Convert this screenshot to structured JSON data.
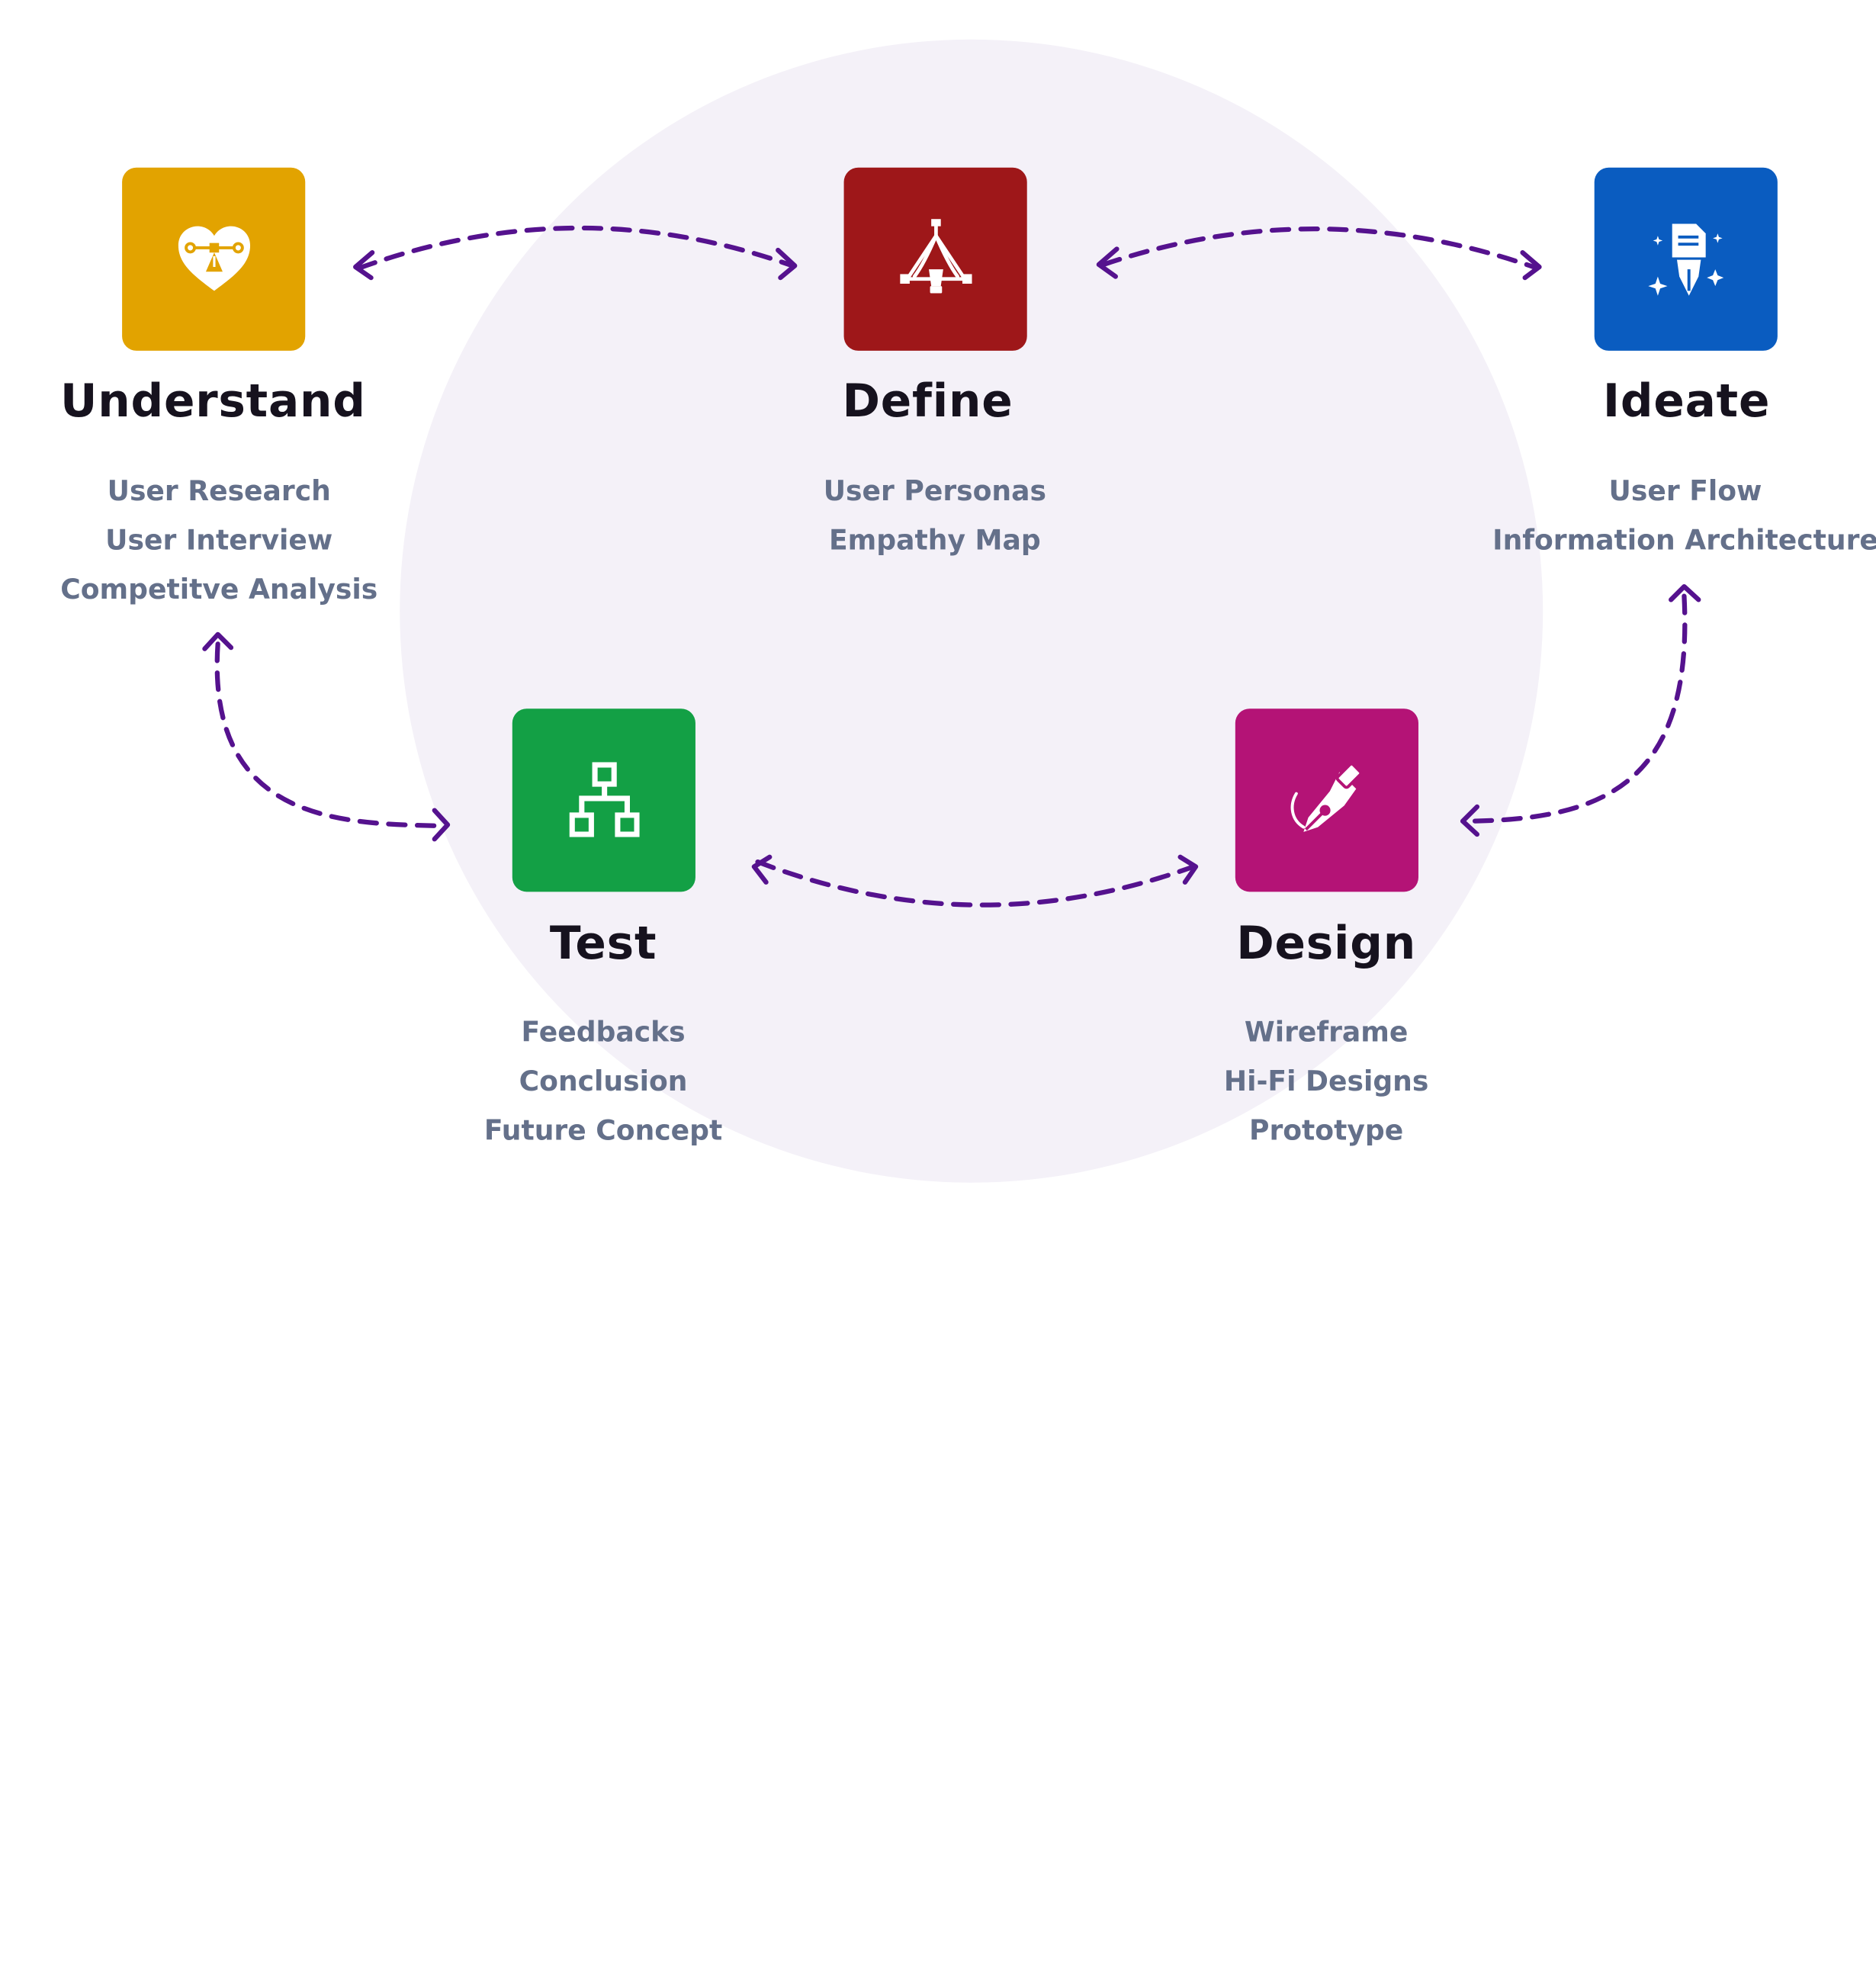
{
  "stages": [
    {
      "id": "understand",
      "title": "Understand",
      "color": "#e2a300",
      "icon": "heart-pen-tool-icon",
      "items": [
        "User Research",
        "User Interview",
        "Competitve Analysis"
      ]
    },
    {
      "id": "define",
      "title": "Define",
      "color": "#9e1719",
      "icon": "compass-pen-icon",
      "items": [
        "User Personas",
        "Empathy Map"
      ]
    },
    {
      "id": "ideate",
      "title": "Ideate",
      "color": "#0a5cc0",
      "icon": "sparkle-pen-icon",
      "items": [
        "User Flow",
        "Information Architecture"
      ]
    },
    {
      "id": "test",
      "title": "Test",
      "color": "#13a045",
      "icon": "sitemap-icon",
      "items": [
        "Feedbacks",
        "Conclusion",
        "Future Concept"
      ]
    },
    {
      "id": "design",
      "title": "Design",
      "color": "#b41376",
      "icon": "fountain-pen-icon",
      "items": [
        "Wireframe",
        "Hi-Fi Designs",
        "Prototype"
      ]
    }
  ],
  "connector_color": "#55128e",
  "background_circle_color": "#f4f1f8"
}
